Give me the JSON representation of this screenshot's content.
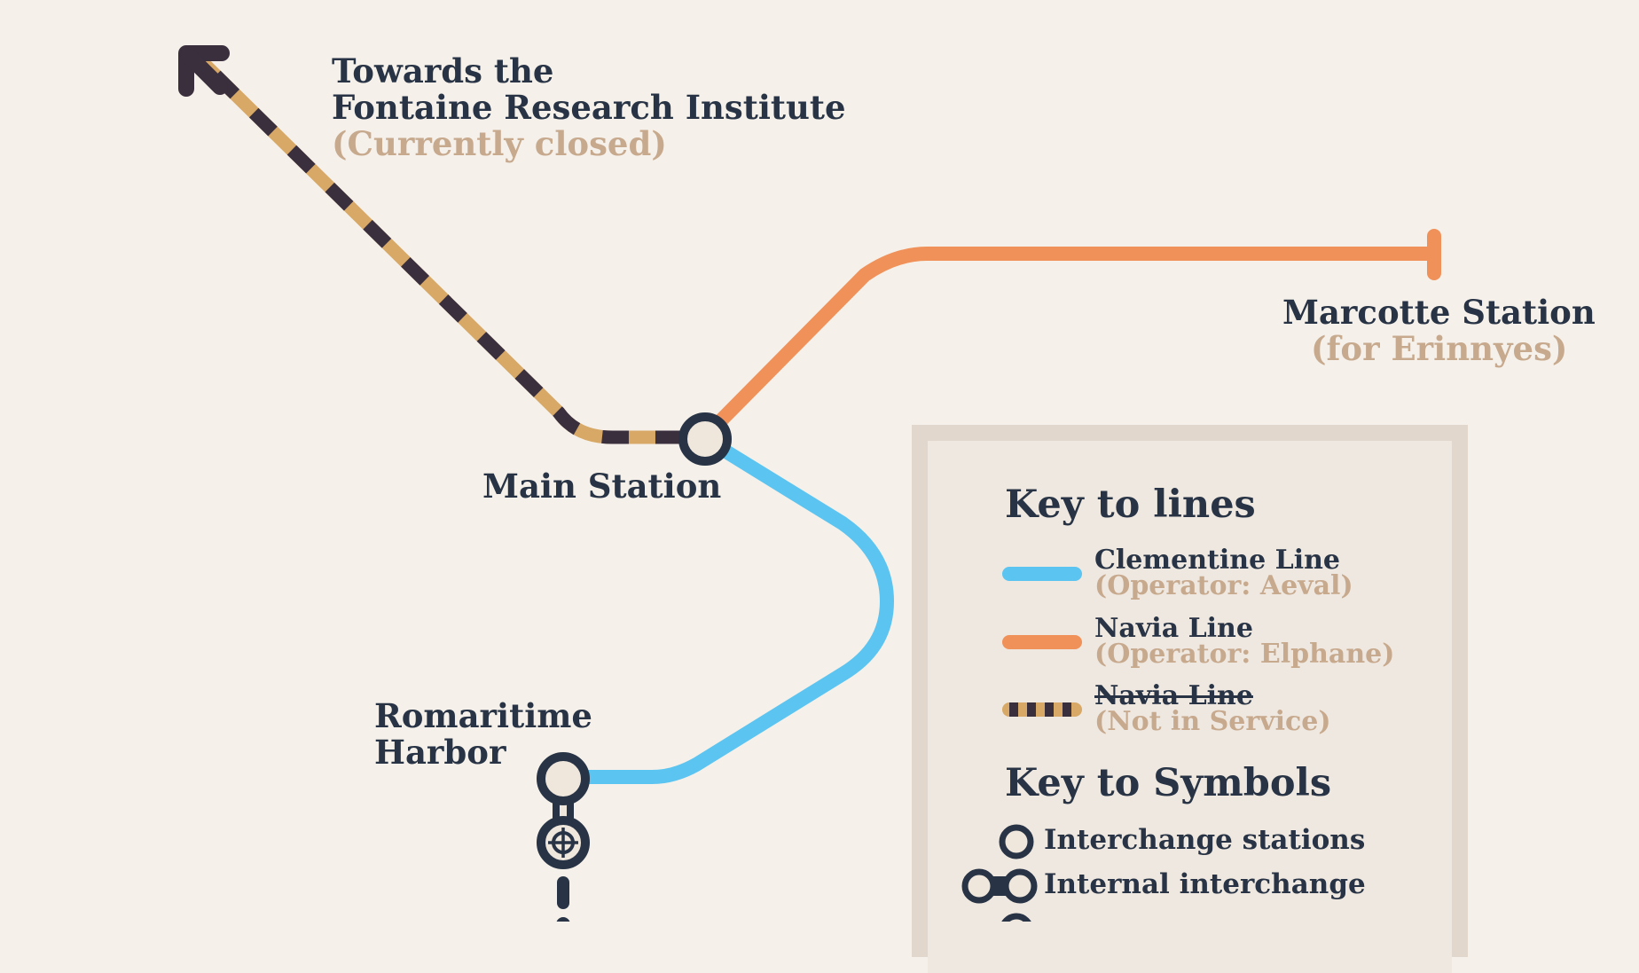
{
  "stations": {
    "fontaine": {
      "line1": "Towards the",
      "line2": "Fontaine Research Institute",
      "status": "(Currently closed)"
    },
    "marcotte": {
      "name": "Marcotte Station",
      "sub": "(for Erinnyes)"
    },
    "main": {
      "name": "Main Station"
    },
    "romaritime": {
      "line1": "Romaritime",
      "line2": "Harbor"
    }
  },
  "key_lines": {
    "title": "Key to lines",
    "items": [
      {
        "name": "Clementine Line",
        "sub": "(Operator: Aeval)",
        "color": "#5bc4f0"
      },
      {
        "name": "Navia Line",
        "sub": "(Operator: Elphane)",
        "color": "#f0915a"
      },
      {
        "name": "Navia Line",
        "sub": "(Not in Service)",
        "color": "#d7a866"
      }
    ]
  },
  "key_symbols": {
    "title": "Key to Symbols",
    "items": [
      {
        "label": "Interchange stations"
      },
      {
        "label": "Internal interchange"
      }
    ]
  },
  "colors": {
    "background": "#f5f1ea",
    "dark": "#283445",
    "muted": "#c7a98e",
    "clementine": "#5bc4f0",
    "navia": "#f0915a",
    "closed_gold": "#d7a866",
    "closed_dark": "#3a2f3d"
  }
}
